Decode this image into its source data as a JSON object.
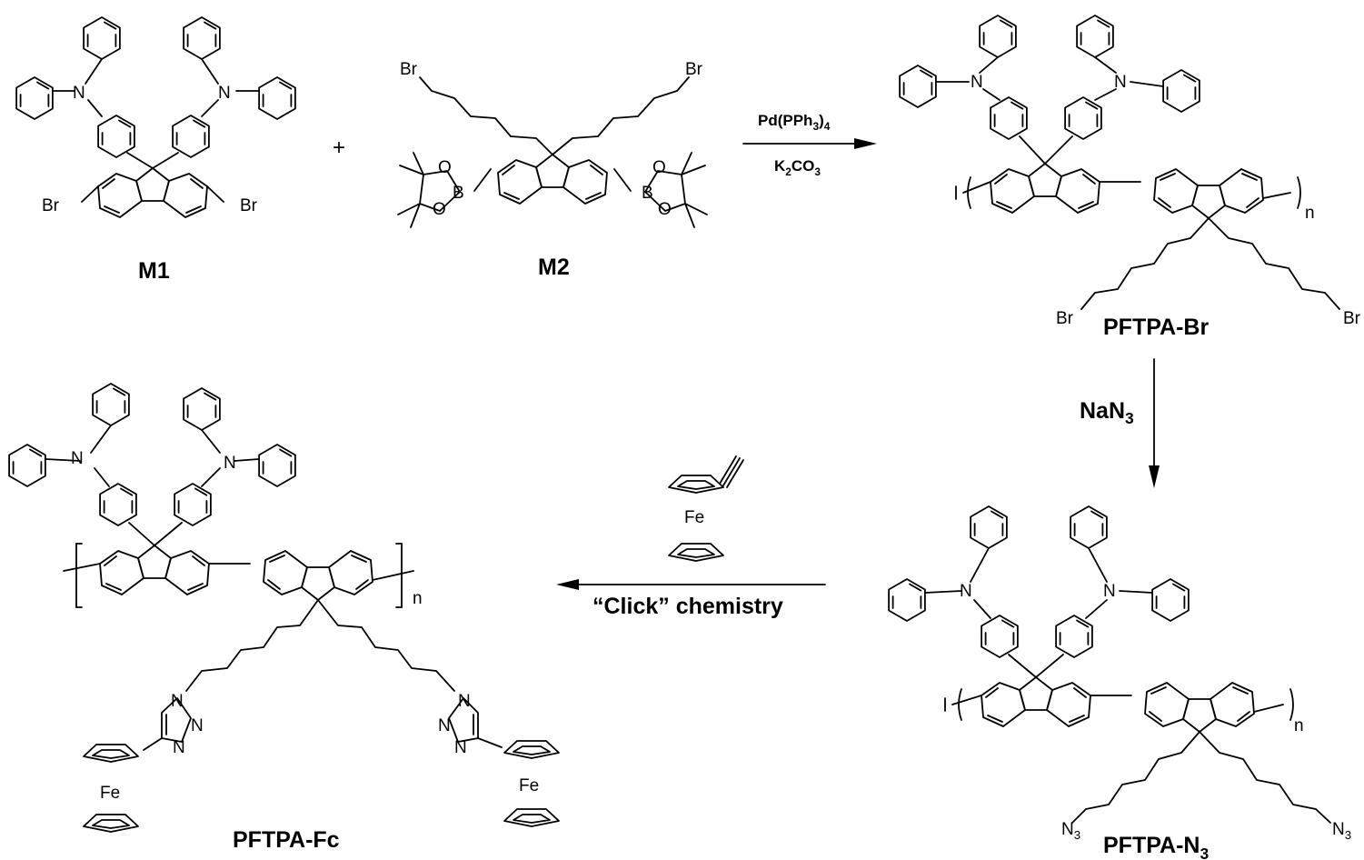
{
  "compounds": {
    "m1": "M1",
    "m2": "M2",
    "pftpa_br": "PFTPA-Br",
    "pftpa_n3_main": "PFTPA-N",
    "pftpa_n3_sub": "3",
    "pftpa_fc": "PFTPA-Fc"
  },
  "reagents": {
    "plus": "+",
    "catalyst_a": "Pd(PPh",
    "catalyst_sub1": "3",
    "catalyst_b": ")",
    "catalyst_sub2": "4",
    "base_a": "K",
    "base_sub1": "2",
    "base_b": "CO",
    "base_sub2": "3",
    "azide_main": "NaN",
    "azide_sub": "3",
    "click": "“Click” chemistry"
  },
  "atoms": {
    "N": "N",
    "Br": "Br",
    "B": "B",
    "O": "O",
    "Fe": "Fe",
    "N3_main": "N",
    "N3_sub": "3",
    "n": "n"
  }
}
